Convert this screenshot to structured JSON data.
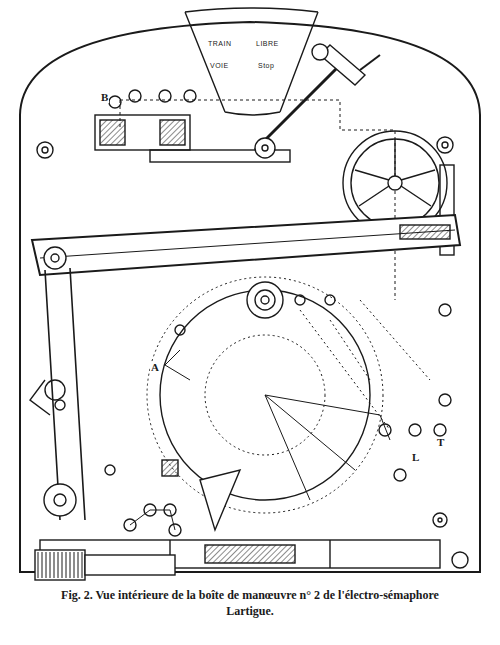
{
  "diagram": {
    "caption": "Fig. 2. Vue intérieure de la boîte de manœuvre n° 2 de l'électro-sémaphore Lartigue.",
    "labels": [
      "TRAIN",
      "LIBRE",
      "VOIE",
      "Stop",
      "B",
      "A",
      "L",
      "T"
    ]
  }
}
